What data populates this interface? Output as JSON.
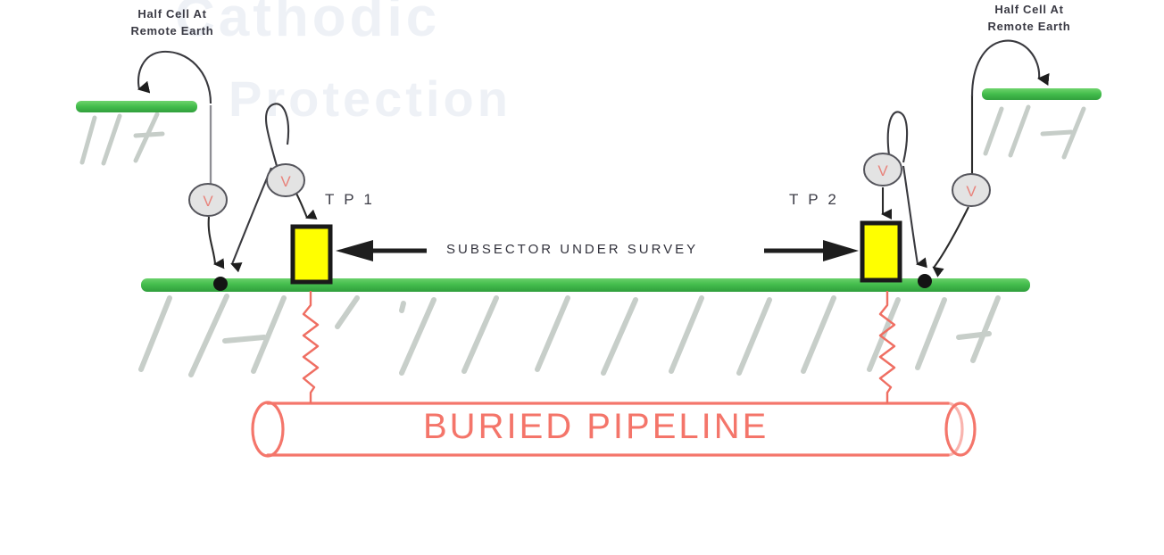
{
  "diagram": {
    "title": "Cathodic protection close interval potential survey schematic",
    "colors": {
      "ground_green": "#3cb54a",
      "ground_green_light": "#5fcc61",
      "pipeline_red": "#f4766b",
      "test_post_yellow": "#ffff00",
      "test_post_border": "#1a1a1a",
      "wire_black": "#2b2b2b",
      "voltmeter_fill": "#e3e3e3",
      "voltmeter_stroke": "#5a5a5a",
      "voltmeter_letter": "#e8837b",
      "soil_hatch": "#c6cdc8",
      "text_dark": "#33333d"
    },
    "labels": {
      "half_cell_left": "Half Cell At\nRemote Earth",
      "half_cell_right": "Half Cell At\nRemote Earth",
      "test_post_1": "T P 1",
      "test_post_2": "T P 2",
      "subsector": "SUBSECTOR UNDER SURVEY",
      "pipeline": "BURIED PIPELINE",
      "voltmeter_symbol": "V"
    },
    "elements": {
      "remote_earth_bar_left": "remote earth ground electrode bar (left)",
      "remote_earth_bar_right": "remote earth ground electrode bar (right)",
      "main_ground_line": "soil surface / ground line",
      "pipeline_body": "buried pipeline cylinder",
      "bond_wire_left": "zigzag bond wire from TP1 to pipeline",
      "bond_wire_right": "zigzag bond wire from TP2 to pipeline"
    },
    "voltmeters": [
      {
        "id": "vm-1",
        "label": "V",
        "side": "left"
      },
      {
        "id": "vm-2",
        "label": "V",
        "side": "left"
      },
      {
        "id": "vm-3",
        "label": "V",
        "side": "right"
      },
      {
        "id": "vm-4",
        "label": "V",
        "side": "right"
      }
    ]
  }
}
